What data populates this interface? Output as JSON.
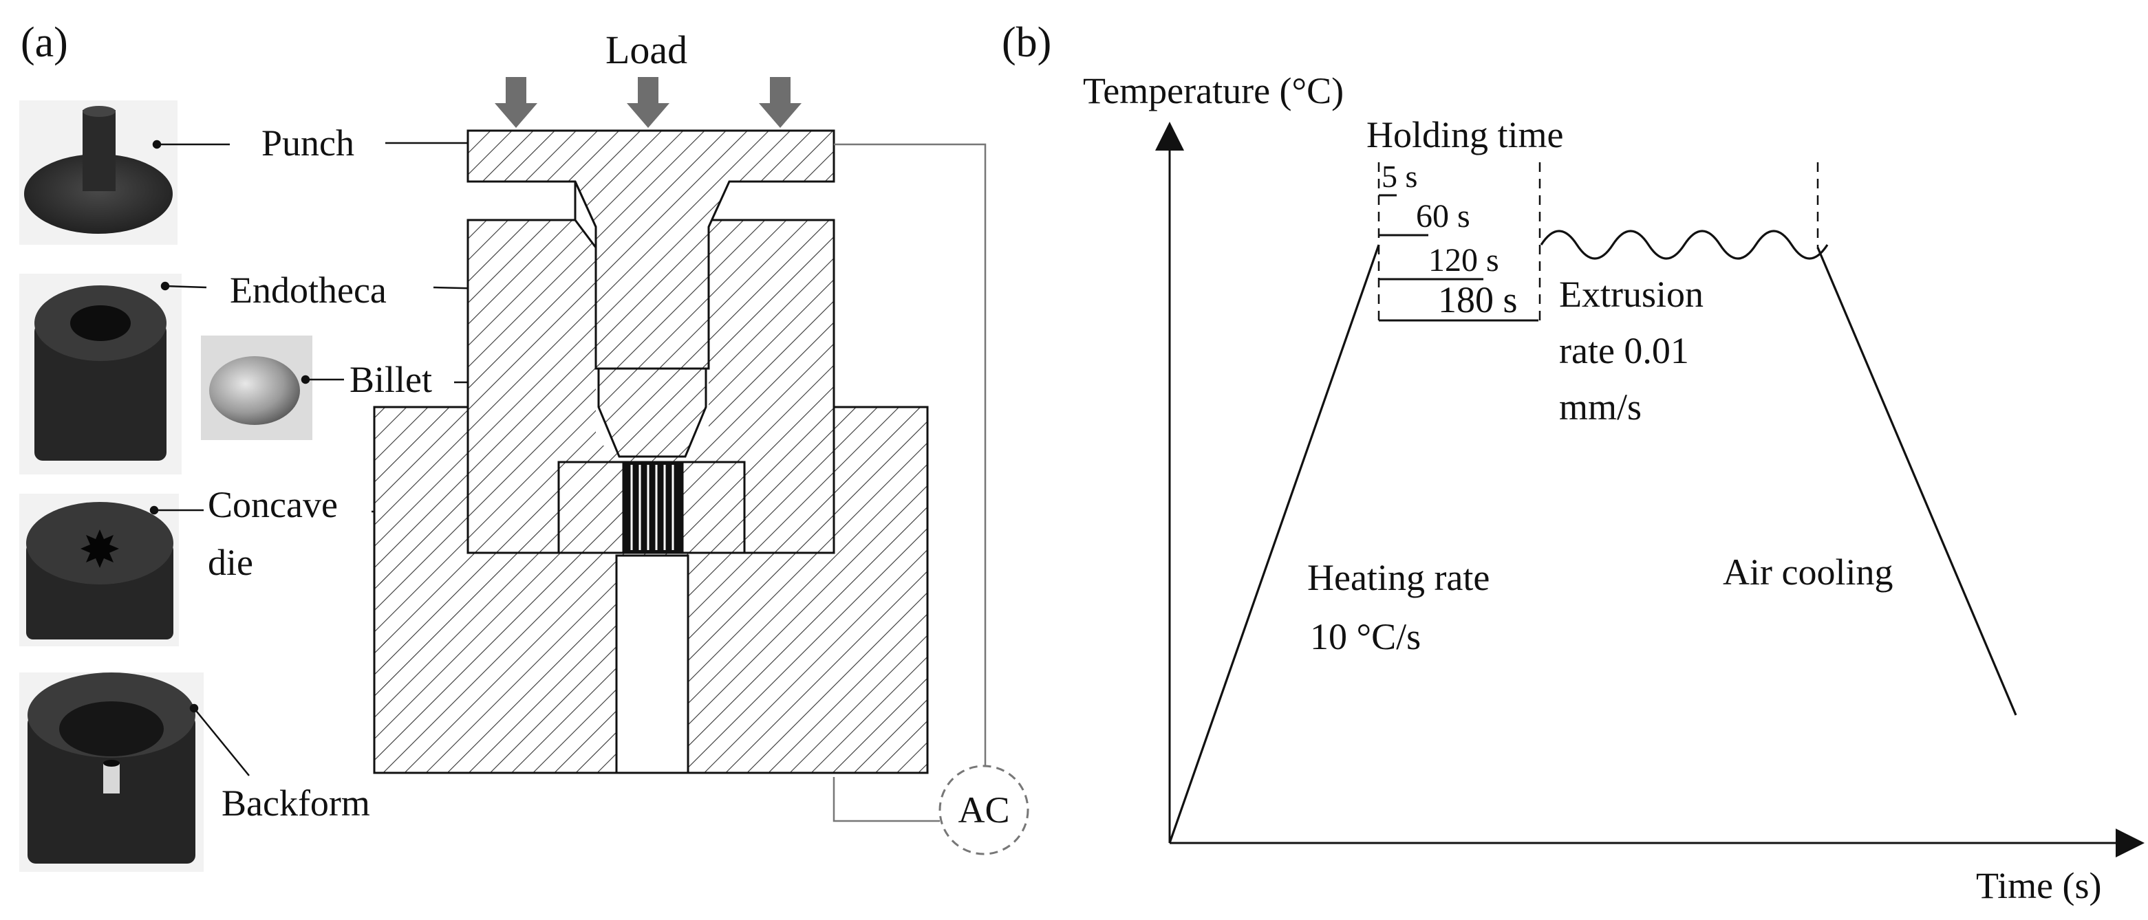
{
  "panel_a": {
    "panel_label": "(a)",
    "load_label": "Load",
    "parts": {
      "punch": "Punch",
      "endotheca": "Endotheca",
      "billet": "Billet",
      "concave_die_line1": "Concave",
      "concave_die_line2": "die",
      "backform": "Backform"
    },
    "ac_label": "AC"
  },
  "panel_b": {
    "panel_label": "(b)",
    "y_axis_label": "Temperature (°C)",
    "x_axis_label": "Time (s)",
    "holding_time_label": "Holding time",
    "holding_times": [
      "5 s",
      "60 s",
      "120 s",
      "180 s"
    ],
    "extrusion_line1": "Extrusion",
    "extrusion_line2": "rate 0.01",
    "extrusion_line3": "mm/s",
    "heating_line1": "Heating rate",
    "heating_line2": "10 °C/s",
    "cooling_label": "Air cooling"
  },
  "colors": {
    "line": "#111111",
    "photo_dark": "#2b2b2b",
    "arrow": "#6e6e6e",
    "hatch": "#333333"
  }
}
